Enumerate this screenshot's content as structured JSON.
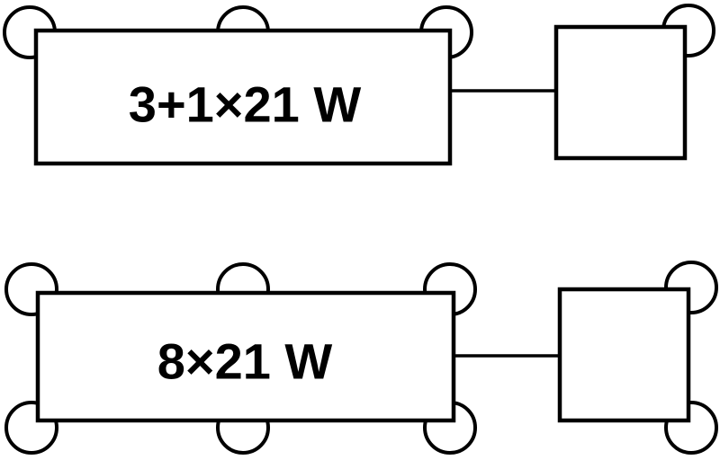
{
  "colors": {
    "line": "#000000",
    "background": "#ffffff"
  },
  "diagrams": [
    {
      "rating_label": "3+1×21 W",
      "main_lamps": 3,
      "pilot_lamps": 1
    },
    {
      "rating_label": "8×21 W",
      "main_lamps": 6,
      "pilot_lamps": 2
    }
  ]
}
